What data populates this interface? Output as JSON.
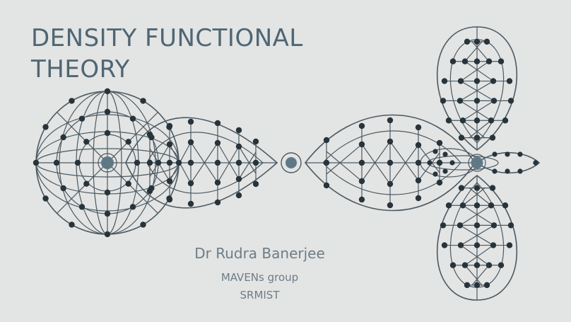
{
  "slide": {
    "title_line1": "DENSITY FUNCTIONAL",
    "title_line2": "THEORY",
    "author": "Dr Rudra Banerjee",
    "group": "MAVENs group",
    "institution": "SRMIST"
  },
  "colors": {
    "background": "#e3e4e4",
    "title": "#4f6673",
    "credit_text": "#6d7d86",
    "line": "#4c5a61",
    "node": "#27343b",
    "nucleus": "#5f7886"
  },
  "illustration": {
    "left_icon": "s-orbital-sphere-icon",
    "p_lobe_icon": "p-orbital-lobe-icon",
    "center_icon": "small-atom-icon",
    "right_icon": "d-orbital-icon"
  }
}
